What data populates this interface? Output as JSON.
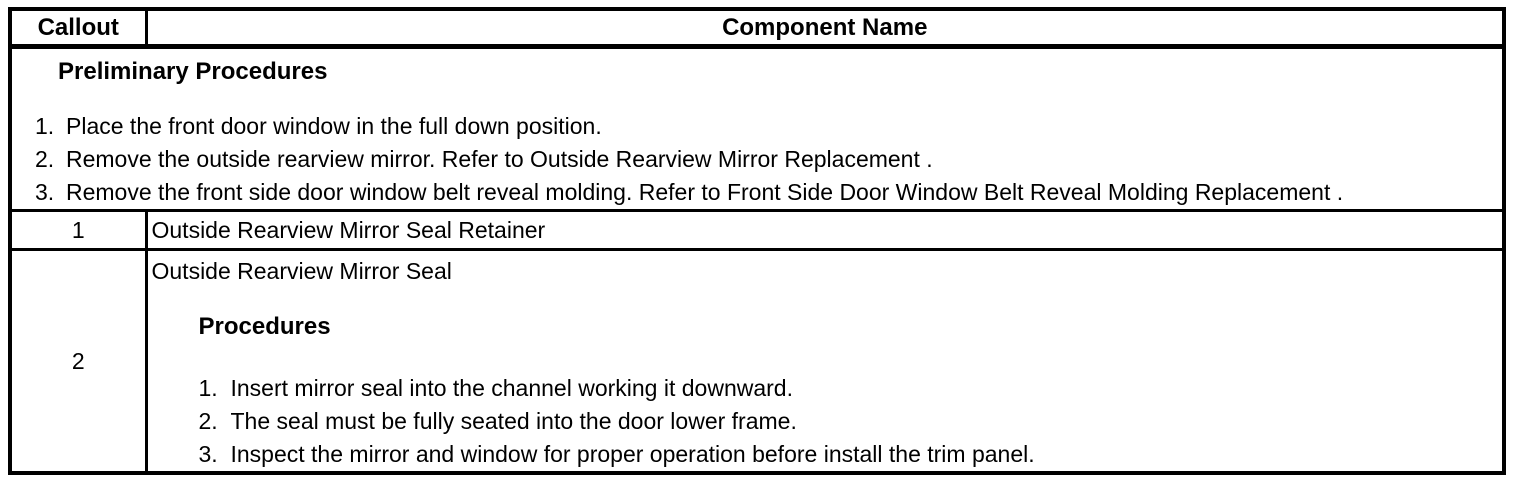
{
  "table": {
    "header": {
      "callout": "Callout",
      "component_name": "Component Name"
    },
    "preliminary": {
      "title": "Preliminary Procedures",
      "steps": [
        {
          "num": "1.",
          "text": "Place the front door window in the full down position."
        },
        {
          "num": "2.",
          "text": "Remove the outside rearview mirror. Refer to Outside Rearview Mirror Replacement ."
        },
        {
          "num": "3.",
          "text": "Remove the front side door window belt reveal molding. Refer to Front Side Door Window Belt Reveal Molding Replacement ."
        }
      ]
    },
    "rows": [
      {
        "callout": "1",
        "component": "Outside Rearview Mirror Seal Retainer"
      },
      {
        "callout": "2",
        "component": "Outside Rearview Mirror Seal",
        "procedures_title": "Procedures",
        "steps": [
          {
            "num": "1.",
            "text": "Insert mirror seal into the channel working it downward."
          },
          {
            "num": "2.",
            "text": "The seal must be fully seated into the door lower frame."
          },
          {
            "num": "3.",
            "text": "Inspect the mirror and window for proper operation before install the trim panel."
          }
        ]
      }
    ]
  },
  "colors": {
    "border": "#000000",
    "text": "#000000",
    "background": "#ffffff"
  }
}
